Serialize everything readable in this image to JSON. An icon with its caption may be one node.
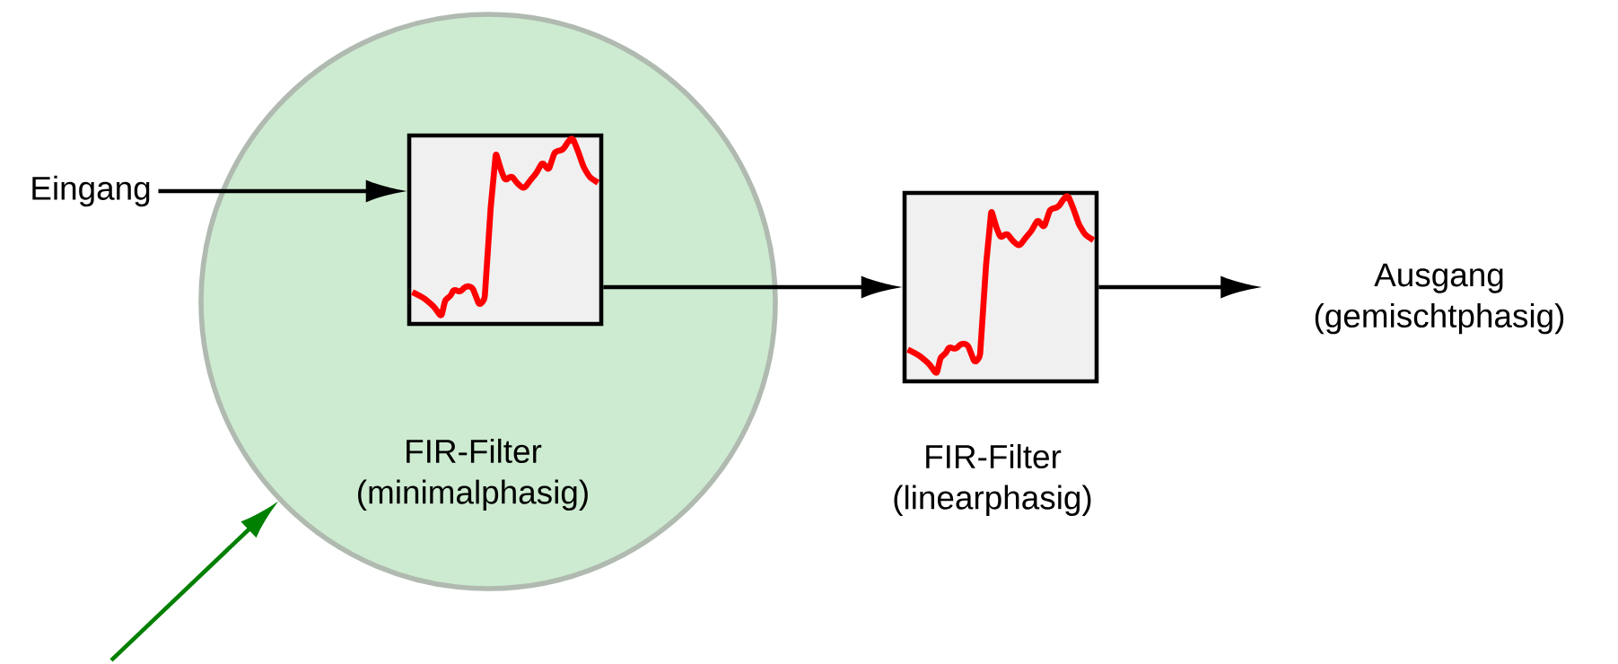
{
  "diagram": {
    "nodes": [
      {
        "text": [
          "Eingang"
        ]
      },
      {
        "text": [],
        "shape": "circle"
      },
      {
        "text": [],
        "shape": "box",
        "in": 1,
        "beside": [
          "FIR-Filter (minimalphasig)"
        ]
      },
      {
        "text": [],
        "shape": "box",
        "beside": [
          "FIR-Filter (linearphasig)"
        ]
      },
      {
        "text": [
          "Ausgang (gemischtphasig)"
        ]
      }
    ],
    "edges": [
      {
        "from": 0,
        "to": 2,
        "arrow": "to"
      },
      {
        "from": 2,
        "to": 3,
        "arrow": "to"
      },
      {
        "from": 3,
        "to": 4,
        "arrow": "to"
      },
      {
        "from": null,
        "to": 1,
        "arrow": "to",
        "color": "#008000"
      }
    ]
  }
}
